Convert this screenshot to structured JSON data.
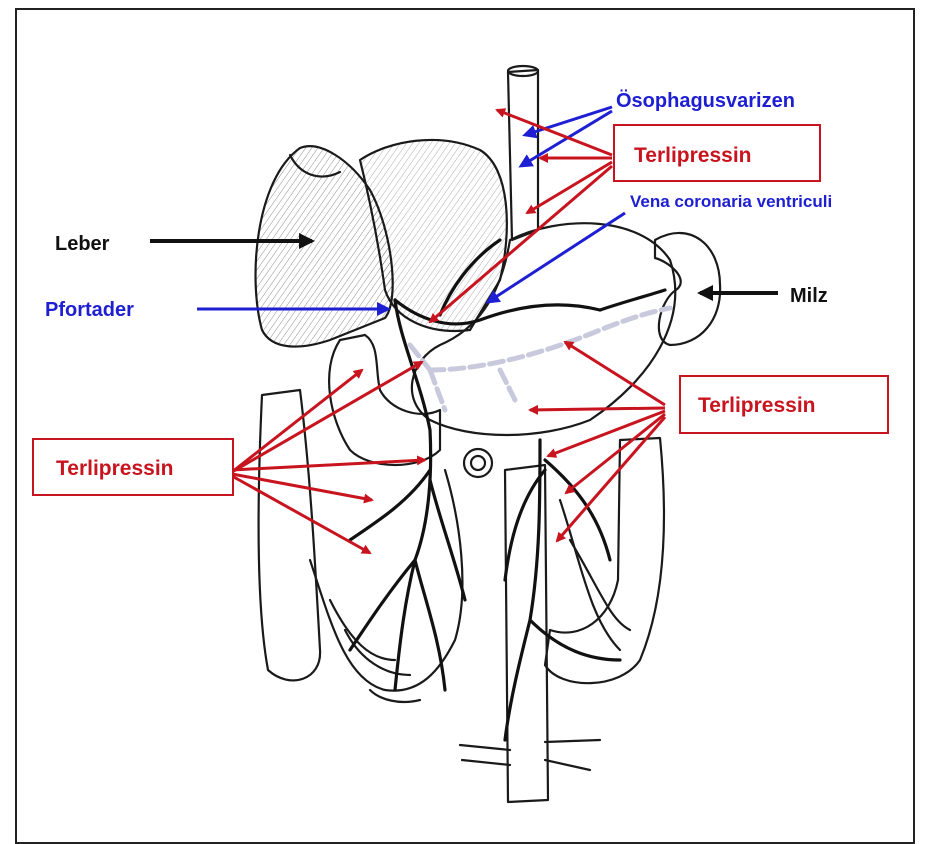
{
  "labels": {
    "leber": "Leber",
    "pfortader": "Pfortader",
    "oesophagus": "Ösophagusvarizen",
    "vena": "Vena coronaria ventriculi",
    "milz": "Milz",
    "terli_top": "Terlipressin",
    "terli_left": "Terlipressin",
    "terli_right": "Terlipressin"
  },
  "colors": {
    "red": "#c8141e",
    "blue": "#1e1ed2",
    "black": "#111111",
    "drawing": "#1a1a1a",
    "portal": "#c9c9dd"
  }
}
